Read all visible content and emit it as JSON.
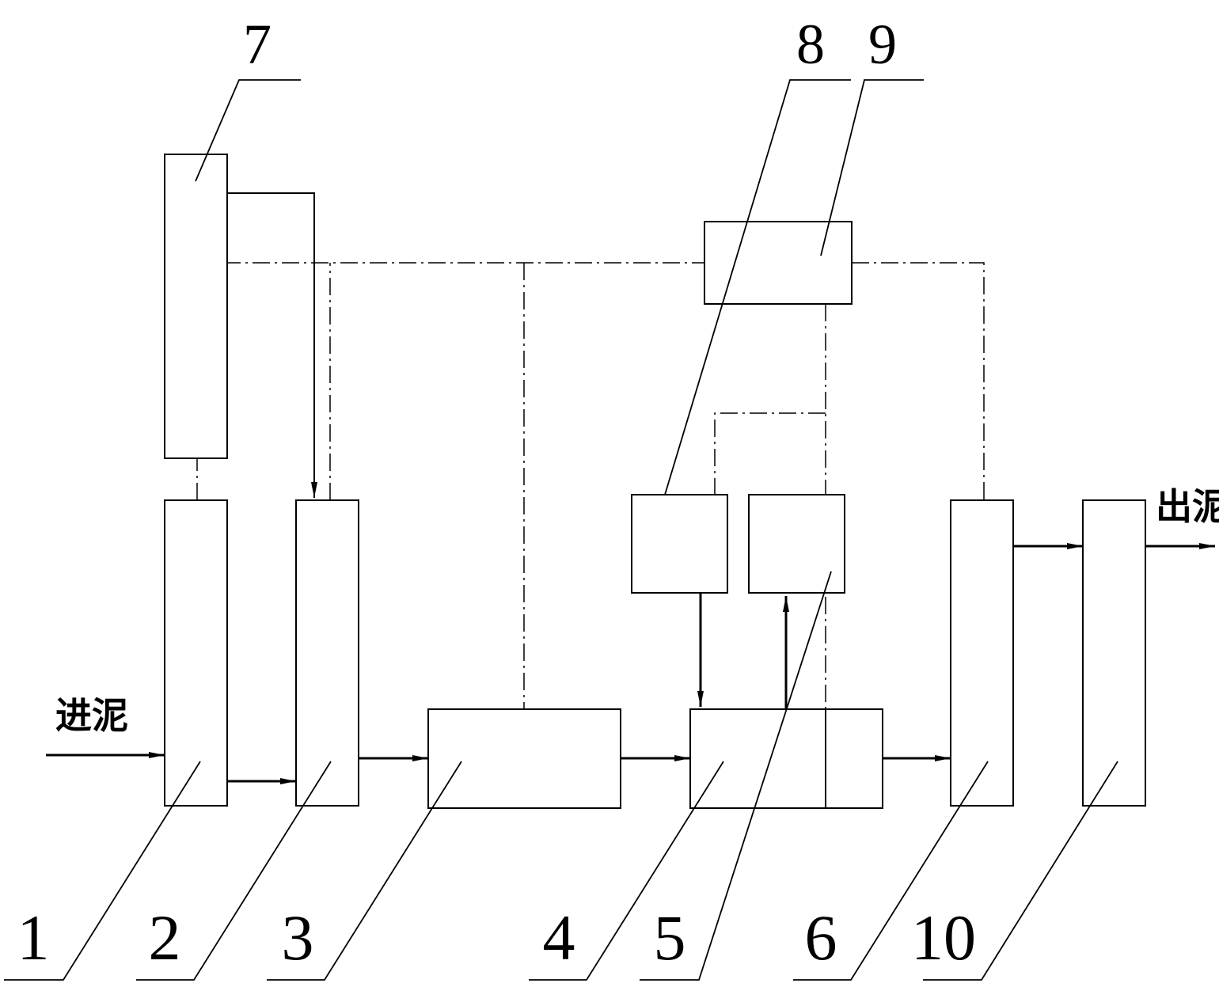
{
  "labels": {
    "inlet": "进泥",
    "outlet": "出泥"
  },
  "component_numbers": {
    "n1": "1",
    "n2": "2",
    "n3": "3",
    "n4": "4",
    "n5": "5",
    "n6": "6",
    "n7": "7",
    "n8": "8",
    "n9": "9",
    "n10": "10"
  }
}
